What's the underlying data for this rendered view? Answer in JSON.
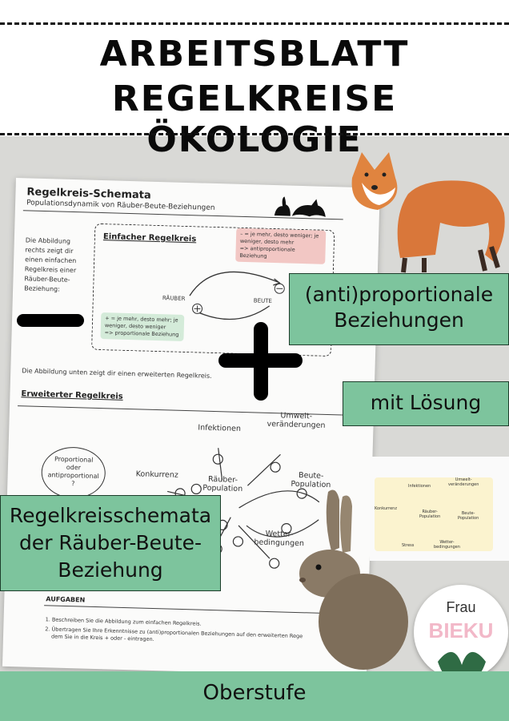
{
  "header": {
    "title_line1": "ARBEITSBLATT",
    "title_line2": "REGELKREISE ÖKOLOGIE"
  },
  "worksheet": {
    "title": "Regelkreis-Schemata",
    "subtitle": "Populationsdynamik von Räuber-Beute-Beziehungen",
    "intro": "Die Abbildung rechts zeigt dir einen einfachen Regelkreis einer Räuber-Beute-Beziehung:",
    "simple_title": "Einfacher Regelkreis",
    "red_note_line1": "– = je mehr, desto weniger; je",
    "red_note_line2": "weniger, desto mehr",
    "red_note_line3": "=> antiproportionale Beziehung",
    "green_note_line1": "+ = je mehr, desto mehr; je",
    "green_note_line2": "weniger, desto weniger",
    "green_note_line3": "=> proportionale Beziehung",
    "node_predator": "RÄUBER",
    "node_prey": "BEUTE",
    "extended_intro": "Die Abbildung unten zeigt dir einen erweiterten Regelkreis.",
    "extended_title": "Erweiterter Regelkreis",
    "ext_infections": "Infektionen",
    "ext_env_1": "Umwelt-",
    "ext_env_2": "veränderungen",
    "ext_competition": "Konkurrenz",
    "ext_center_1": "Räuber-",
    "ext_center_2": "Population",
    "ext_prey_1": "Beute-",
    "ext_prey_2": "Population",
    "ext_weather_1": "Wetter-",
    "ext_weather_2": "bedingungen",
    "bubble_1": "Proportional",
    "bubble_2": "oder",
    "bubble_3": "antiproportional",
    "bubble_4": "?",
    "tasks_heading": "AUFGABEN",
    "task_1": "1. Beschreiben Sie die Abbildung zum einfachen Regelkreis.",
    "task_2a": "2. Übertragen Sie Ihre Erkenntnisse zu (anti)proportionalen Beziehungen auf den erweiterten Rege",
    "task_2b": "dem Sie in die Kreis + oder - eintragen."
  },
  "labels": {
    "anti_1": "(anti)proportionale",
    "anti_2": "Beziehungen",
    "solution": "mit Lösung",
    "schema_1": "Regelkreisschemata",
    "schema_2": "der Räuber-Beute-",
    "schema_3": "Beziehung"
  },
  "preview": {
    "infections": "Infektionen",
    "env_1": "Umwelt-",
    "env_2": "veränderungen",
    "competition": "Konkurrenz",
    "center_1": "Räuber-",
    "center_2": "Population",
    "prey_1": "Beute-",
    "prey_2": "Population",
    "stress": "Stress",
    "weather_1": "Wetter-",
    "weather_2": "bedingungen"
  },
  "logo": {
    "line1": "Frau",
    "line2": "BIEKU"
  },
  "footer": {
    "text": "Oberstufe"
  },
  "colors": {
    "accent_green": "#7dc49d",
    "note_red": "#f2c7c4",
    "note_green": "#d4ebd9",
    "fox": "#d9773a",
    "rabbit": "#8a7a66"
  }
}
